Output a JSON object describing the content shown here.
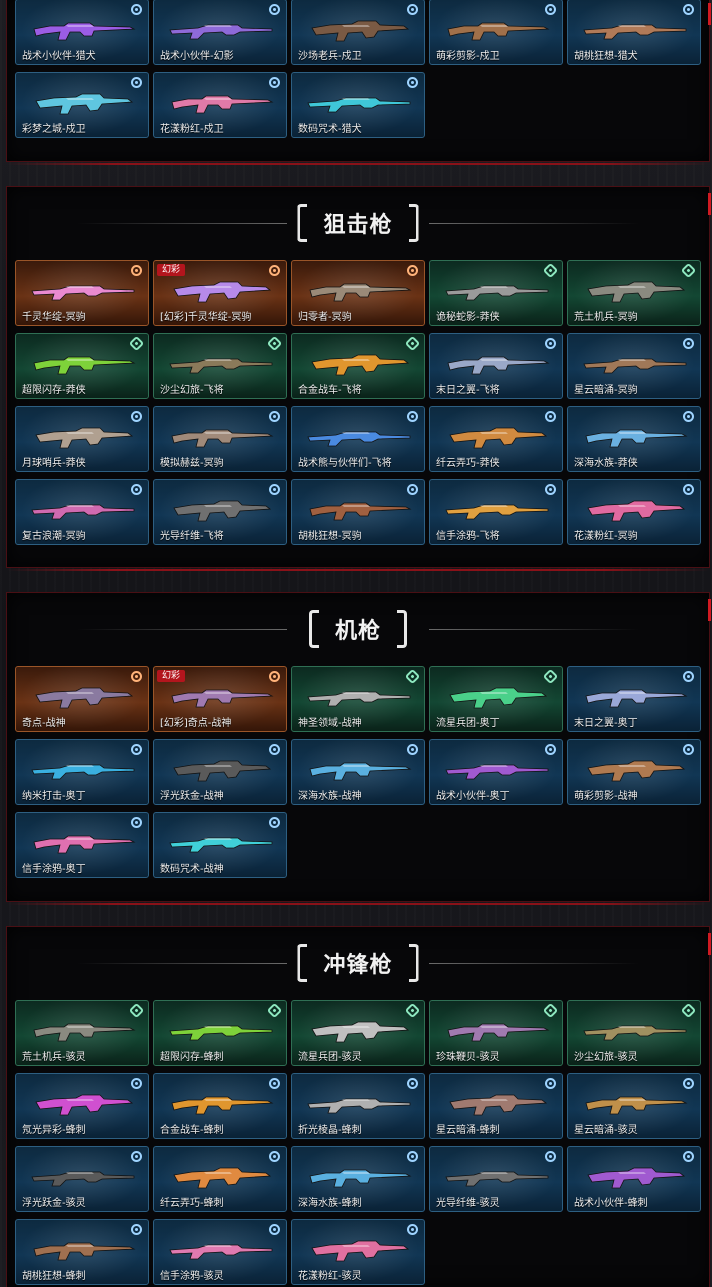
{
  "sections": [
    {
      "id": "rifle-continued",
      "title": "",
      "cards": [
        {
          "label": "战术小伙伴-猎犬",
          "rarity": "blue",
          "tag": "",
          "color": "#9b5de5"
        },
        {
          "label": "战术小伙伴-幻影",
          "rarity": "blue",
          "tag": "",
          "color": "#8e6ad8"
        },
        {
          "label": "沙场老兵-戍卫",
          "rarity": "blue",
          "tag": "",
          "color": "#7a5a44"
        },
        {
          "label": "萌彩剪影-戍卫",
          "rarity": "blue",
          "tag": "",
          "color": "#a0704a"
        },
        {
          "label": "胡桃狂想-猎犬",
          "rarity": "blue",
          "tag": "",
          "color": "#b07a58"
        },
        {
          "label": "彩梦之城-戍卫",
          "rarity": "blue",
          "tag": "",
          "color": "#5fc6e0"
        },
        {
          "label": "花漾粉红-戍卫",
          "rarity": "blue",
          "tag": "",
          "color": "#e07aa8"
        },
        {
          "label": "数码咒术-猎犬",
          "rarity": "blue",
          "tag": "",
          "color": "#3fc7d8"
        }
      ]
    },
    {
      "id": "sniper",
      "title": "狙击枪",
      "cards": [
        {
          "label": "千灵华绽-冥驹",
          "rarity": "orange",
          "tag": "",
          "color": "#e98ad0"
        },
        {
          "label": "[幻彩]千灵华绽-冥驹",
          "rarity": "orange",
          "tag": "幻彩",
          "color": "#b68ae9"
        },
        {
          "label": "归零者-冥驹",
          "rarity": "orange",
          "tag": "",
          "color": "#9a8a78"
        },
        {
          "label": "诡秘蛇影-莽侠",
          "rarity": "green",
          "tag": "",
          "color": "#9a9a9a"
        },
        {
          "label": "荒土机兵-冥驹",
          "rarity": "green",
          "tag": "",
          "color": "#8a8a80"
        },
        {
          "label": "超限闪存-莽侠",
          "rarity": "green",
          "tag": "",
          "color": "#7ed23a"
        },
        {
          "label": "沙尘幻旅-飞将",
          "rarity": "green",
          "tag": "",
          "color": "#8a7a5a"
        },
        {
          "label": "合金战车-飞将",
          "rarity": "green",
          "tag": "",
          "color": "#e0962e"
        },
        {
          "label": "末日之翼-飞将",
          "rarity": "blue",
          "tag": "",
          "color": "#9aa8c8"
        },
        {
          "label": "星云暗涌-冥驹",
          "rarity": "blue",
          "tag": "",
          "color": "#a07858"
        },
        {
          "label": "月球哨兵-莽侠",
          "rarity": "blue",
          "tag": "",
          "color": "#b0a090"
        },
        {
          "label": "模拟赫兹-冥驹",
          "rarity": "blue",
          "tag": "",
          "color": "#a08a7a"
        },
        {
          "label": "战术熊与伙伴们-飞将",
          "rarity": "blue",
          "tag": "",
          "color": "#4a8ae0"
        },
        {
          "label": "纤云弄巧-莽侠",
          "rarity": "blue",
          "tag": "",
          "color": "#d08a40"
        },
        {
          "label": "深海水族-莽侠",
          "rarity": "blue",
          "tag": "",
          "color": "#6ab0e0"
        },
        {
          "label": "复古浪潮-冥驹",
          "rarity": "blue",
          "tag": "",
          "color": "#d06ab0"
        },
        {
          "label": "光导纤维-飞将",
          "rarity": "blue",
          "tag": "",
          "color": "#707070"
        },
        {
          "label": "胡桃狂想-冥驹",
          "rarity": "blue",
          "tag": "",
          "color": "#a06040"
        },
        {
          "label": "信手涂鸦-飞将",
          "rarity": "blue",
          "tag": "",
          "color": "#e0a040"
        },
        {
          "label": "花漾粉红-冥驹",
          "rarity": "blue",
          "tag": "",
          "color": "#e06aa0"
        }
      ]
    },
    {
      "id": "machine-gun",
      "title": "机枪",
      "cards": [
        {
          "label": "奇点-战神",
          "rarity": "orange",
          "tag": "",
          "color": "#8a7aa0"
        },
        {
          "label": "[幻彩]奇点-战神",
          "rarity": "orange",
          "tag": "幻彩",
          "color": "#a07ab0"
        },
        {
          "label": "神圣领域-战神",
          "rarity": "green",
          "tag": "",
          "color": "#b0b0b0"
        },
        {
          "label": "流星兵团-奥丁",
          "rarity": "green",
          "tag": "",
          "color": "#4ad08a"
        },
        {
          "label": "末日之翼-奥丁",
          "rarity": "blue",
          "tag": "",
          "color": "#9aa8d8"
        },
        {
          "label": "纳米打击-奥丁",
          "rarity": "blue",
          "tag": "",
          "color": "#3ab0e0"
        },
        {
          "label": "浮光跃金-战神",
          "rarity": "blue",
          "tag": "",
          "color": "#5a5a5a"
        },
        {
          "label": "深海水族-战神",
          "rarity": "blue",
          "tag": "",
          "color": "#5ab0e0"
        },
        {
          "label": "战术小伙伴-奥丁",
          "rarity": "blue",
          "tag": "",
          "color": "#a05ad0"
        },
        {
          "label": "萌彩剪影-战神",
          "rarity": "blue",
          "tag": "",
          "color": "#b07a50"
        },
        {
          "label": "信手涂鸦-奥丁",
          "rarity": "blue",
          "tag": "",
          "color": "#e070b0"
        },
        {
          "label": "数码咒术-战神",
          "rarity": "blue",
          "tag": "",
          "color": "#40d0d8"
        }
      ]
    },
    {
      "id": "smg",
      "title": "冲锋枪",
      "cards": [
        {
          "label": "荒土机兵-骇灵",
          "rarity": "green",
          "tag": "",
          "color": "#8a8a80"
        },
        {
          "label": "超限闪存-蜂刺",
          "rarity": "green",
          "tag": "",
          "color": "#7ed23a"
        },
        {
          "label": "流星兵团-骇灵",
          "rarity": "green",
          "tag": "",
          "color": "#c0c0c0"
        },
        {
          "label": "珍珠鞭贝-骇灵",
          "rarity": "green",
          "tag": "",
          "color": "#a07ab0"
        },
        {
          "label": "沙尘幻旅-骇灵",
          "rarity": "green",
          "tag": "",
          "color": "#a09060"
        },
        {
          "label": "氖光异彩-蜂刺",
          "rarity": "blue",
          "tag": "",
          "color": "#d050d0"
        },
        {
          "label": "合金战车-蜂刺",
          "rarity": "blue",
          "tag": "",
          "color": "#e0962e"
        },
        {
          "label": "折光棱晶-蜂刺",
          "rarity": "blue",
          "tag": "",
          "color": "#b0b0b0"
        },
        {
          "label": "星云暗涌-蜂刺",
          "rarity": "blue",
          "tag": "",
          "color": "#a07a70"
        },
        {
          "label": "星云暗涌-骇灵",
          "rarity": "blue",
          "tag": "",
          "color": "#c0904a"
        },
        {
          "label": "浮光跃金-骇灵",
          "rarity": "blue",
          "tag": "",
          "color": "#5a5a5a"
        },
        {
          "label": "纤云弄巧-蜂刺",
          "rarity": "blue",
          "tag": "",
          "color": "#e08a40"
        },
        {
          "label": "深海水族-蜂刺",
          "rarity": "blue",
          "tag": "",
          "color": "#5ab0e0"
        },
        {
          "label": "光导纤维-骇灵",
          "rarity": "blue",
          "tag": "",
          "color": "#707070"
        },
        {
          "label": "战术小伙伴-蜂刺",
          "rarity": "blue",
          "tag": "",
          "color": "#a05ad0"
        },
        {
          "label": "胡桃狂想-蜂刺",
          "rarity": "blue",
          "tag": "",
          "color": "#a07050"
        },
        {
          "label": "信手涂鸦-骇灵",
          "rarity": "blue",
          "tag": "",
          "color": "#e07ab0"
        },
        {
          "label": "花漾粉红-骇灵",
          "rarity": "blue",
          "tag": "",
          "color": "#e070a0"
        }
      ]
    }
  ],
  "icons": {
    "rarity_badge": "rarity-badge-icon",
    "weapon": "weapon-silhouette-icon"
  }
}
